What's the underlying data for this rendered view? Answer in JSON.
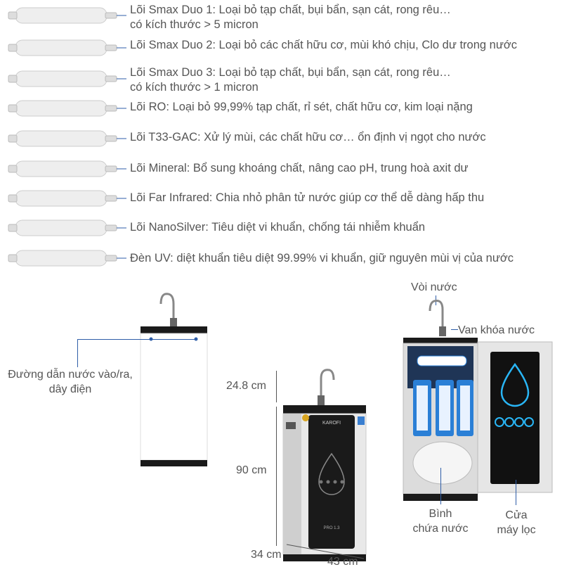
{
  "filters": [
    {
      "lines": [
        "Lõi Smax Duo 1: Loại bỏ tạp chất, bụi bẩn, sạn cát, rong rêu…",
        "có kích thước > 5 micron"
      ]
    },
    {
      "lines": [
        "Lõi Smax Duo 2: Loại bỏ các chất hữu cơ, mùi khó chịu, Clo dư trong nước"
      ]
    },
    {
      "lines": [
        "Lõi Smax Duo 3: Loại bỏ tạp chất, bụi bẩn, sạn cát, rong rêu…",
        "có kích thước > 1 micron"
      ]
    },
    {
      "lines": [
        "Lõi RO: Loại bỏ 99,99% tạp chất, rỉ sét, chất hữu cơ, kim loại nặng"
      ]
    },
    {
      "lines": [
        "Lõi T33-GAC: Xử lý mùi, các chất hữu cơ… ổn định vị ngọt  cho nước"
      ]
    },
    {
      "lines": [
        "Lõi Mineral: Bổ sung khoáng chất, nâng cao pH, trung hoà axit dư"
      ]
    },
    {
      "lines": [
        "Lõi Far Infrared: Chia nhỏ phân tử nước giúp cơ thể dễ dàng hấp thu"
      ]
    },
    {
      "lines": [
        "Lõi NanoSilver: Tiêu diệt vi khuẩn, chống tái nhiễm khuẩn"
      ]
    },
    {
      "lines": [
        "Đèn UV: diệt khuẩn tiêu diệt 99.99% vi khuẩn, giữ nguyên mùi vị của nước"
      ]
    }
  ],
  "back_view": {
    "callout": [
      "Đường dẫn nước vào/ra,",
      "dây điện"
    ]
  },
  "dimensions": {
    "top_height": "24.8 cm",
    "body_height": "90 cm",
    "depth": "34 cm",
    "width": "43 cm"
  },
  "front_view": {
    "brand": "KAROFI",
    "badge": "PRO 1.3"
  },
  "open_view": {
    "faucet": "Vòi nước",
    "valve": "Van khóa nước",
    "tank": [
      "Bình",
      "chứa nước"
    ],
    "door": [
      "Cửa",
      "máy lọc"
    ]
  },
  "colors": {
    "line": "#2f5ea8",
    "panel": "#1a1a1a",
    "filter_blue": "#2a7fd6",
    "text": "#555555"
  }
}
